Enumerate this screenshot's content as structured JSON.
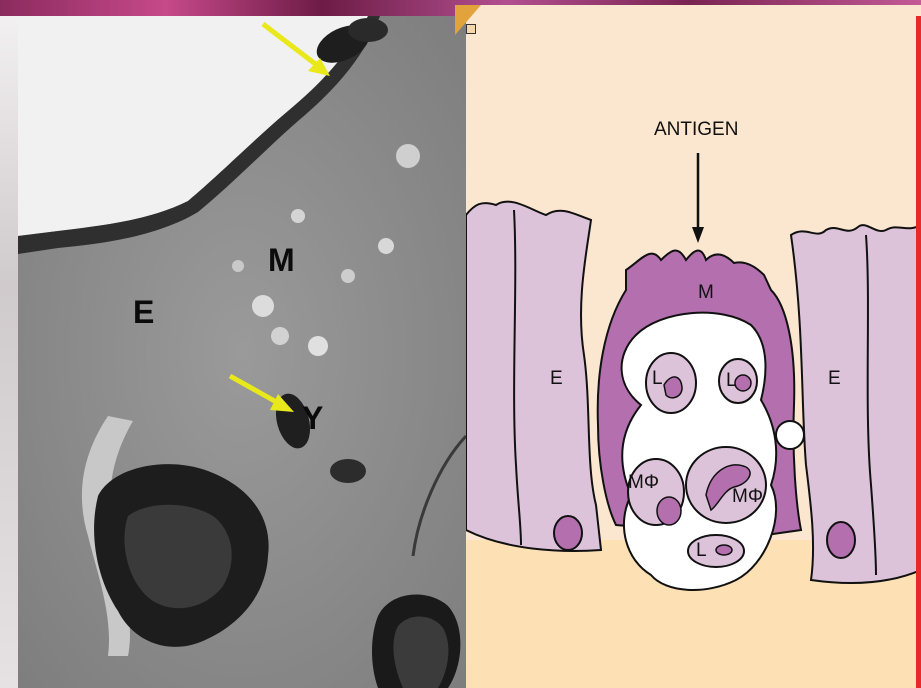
{
  "micrograph": {
    "labels": {
      "e": "E",
      "m": "M",
      "y": "Y"
    }
  },
  "diagram": {
    "antigen_label": "ANTIGEN",
    "labels": {
      "m_cell": "M",
      "e_left": "E",
      "e_right": "E",
      "l_top_left": "L",
      "l_top_right": "L",
      "l_bottom": "L",
      "macrophage_left": "MΦ",
      "macrophage_right": "MΦ"
    }
  },
  "colors": {
    "m_cell": "#b36fae",
    "epithelial": "#dcc3da",
    "background": "#fbe6cf",
    "arrow_yellow": "#e8e81a"
  }
}
